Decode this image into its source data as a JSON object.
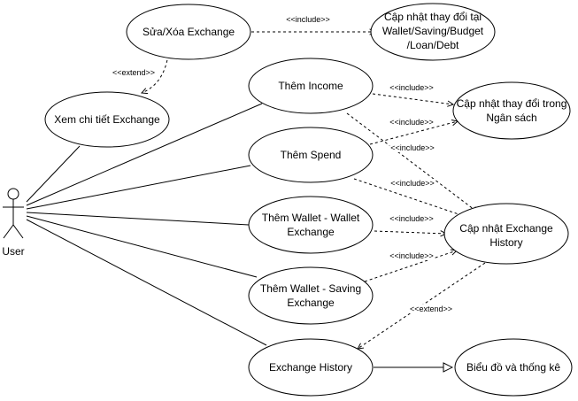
{
  "actor": {
    "name": "User"
  },
  "use_cases": {
    "edit_delete": {
      "lines": [
        "Sửa/Xóa Exchange"
      ]
    },
    "update_wallet": {
      "lines": [
        "Cập nhật thay đổi tại",
        "Wallet/Saving/Budget",
        "/Loan/Debt"
      ]
    },
    "view_detail": {
      "lines": [
        "Xem chi tiết Exchange"
      ]
    },
    "add_income": {
      "lines": [
        "Thêm Income"
      ]
    },
    "update_budget": {
      "lines": [
        "Cập nhật thay đổi trong",
        "Ngân sách"
      ]
    },
    "add_spend": {
      "lines": [
        "Thêm Spend"
      ]
    },
    "add_wallet_wallet": {
      "lines": [
        "Thêm Wallet - Wallet",
        "Exchange"
      ]
    },
    "update_history": {
      "lines": [
        "Cập nhật Exchange",
        "History"
      ]
    },
    "add_wallet_saving": {
      "lines": [
        "Thêm Wallet - Saving",
        "Exchange"
      ]
    },
    "exchange_history": {
      "lines": [
        "Exchange History"
      ]
    },
    "charts_stats": {
      "lines": [
        "Biểu đồ và thống kê"
      ]
    }
  },
  "relations": {
    "edit_to_wallet": "<<include>>",
    "edit_to_view": "<<extend>>",
    "income_to_budget": "<<include>>",
    "spend_to_budget": "<<include>>",
    "income_to_history": "<<include>>",
    "spend_to_history": "<<include>>",
    "wallet_wallet_to_history": "<<include>>",
    "wallet_saving_to_history": "<<include>>",
    "history_to_exchange_history": "<<extend>>"
  }
}
